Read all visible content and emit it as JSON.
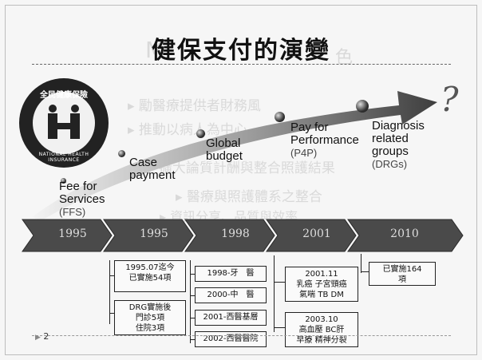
{
  "slide": {
    "title": "健保支付的演變",
    "page_number": "2",
    "bullet_glyph": "▶"
  },
  "ghost_text": [
    {
      "text": "M"
    },
    {
      "text": "色"
    },
    {
      "text": "▸ 勵醫療提供者財務風"
    },
    {
      "text": "▸ 推動以病人為中心"
    },
    {
      "text": "▸ 擴大論質計酬與整合照護結果"
    },
    {
      "text": "▸ 醫療與照護體系之整合"
    },
    {
      "text": "▸ 資訊分享、品質與效率"
    }
  ],
  "logo": {
    "center_text": "全民健康保險",
    "ring_text": "NATIONAL HEALTH INSURANCE"
  },
  "milestones": [
    {
      "label": "Fee for\nServices",
      "sub": "(FFS)"
    },
    {
      "label": "Case\npayment",
      "sub": ""
    },
    {
      "label": "Global\nbudget",
      "sub": ""
    },
    {
      "label": "Pay for\nPerformance",
      "sub": "(P4P)"
    },
    {
      "label": "Diagnosis\nrelated\ngroups",
      "sub": "(DRGs)"
    }
  ],
  "timeline_years": [
    "1995",
    "1995",
    "1998",
    "2001",
    "2010"
  ],
  "boxes": {
    "case_1": "1995.07迄今\n已實施54項",
    "case_2": "DRG實施後\n門診5項\n住院3項",
    "gb_1": "1998-牙　醫",
    "gb_2": "2000-中　醫",
    "gb_3": "2001-西醫基層",
    "gb_4": "2002-西醫醫院",
    "p4p_1": "2001.11\n乳癌 子宮頸癌\n氣喘 TB DM",
    "p4p_2": "2003.10\n高血壓 BC肝\n早療 精神分裂",
    "drg_1": "已實施164\n項"
  },
  "colors": {
    "arrow_gradient_start": "#f4f4f4",
    "arrow_gradient_end": "#4b4b4b",
    "chevron": "#4a4a4a",
    "text": "#111111"
  },
  "icons": [
    "question-mark-icon",
    "bullet-arrow-icon"
  ]
}
